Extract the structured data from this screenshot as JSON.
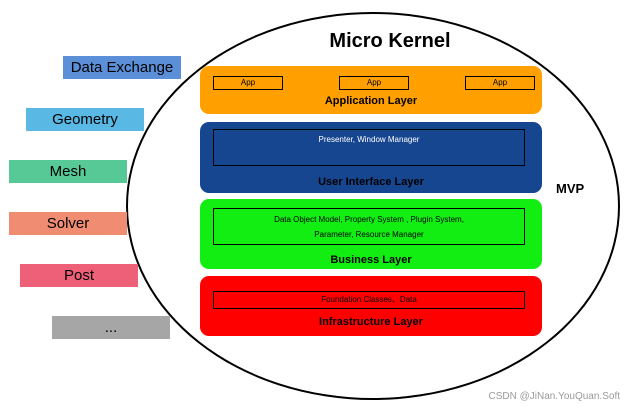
{
  "title": "Micro Kernel",
  "mvp_label": "MVP",
  "side_items": [
    {
      "label": "Data Exchange",
      "color": "#5b8fd8"
    },
    {
      "label": "Geometry",
      "color": "#5ab8e4"
    },
    {
      "label": "Mesh",
      "color": "#57c996"
    },
    {
      "label": "Solver",
      "color": "#f08c72"
    },
    {
      "label": "Post",
      "color": "#ee6077"
    },
    {
      "label": "...",
      "color": "#a6a6a6"
    }
  ],
  "layers": {
    "application": {
      "label": "Application Layer",
      "color": "#ffa000",
      "apps": [
        "App",
        "App",
        "App"
      ]
    },
    "user_interface": {
      "label": "User Interface Layer",
      "color": "#16468f",
      "content": "Presenter, Window Manager"
    },
    "business": {
      "label": "Business Layer",
      "color": "#12ee12",
      "content_line1": "Data Object Model, Property System , Plugin System,",
      "content_line2": "Parameter, Resource Manager"
    },
    "infrastructure": {
      "label": "Infrastructure Layer",
      "color": "#ff0000",
      "content": "Foundation Classes、Data"
    }
  },
  "watermark": "CSDN @JiNan.YouQuan.Soft"
}
